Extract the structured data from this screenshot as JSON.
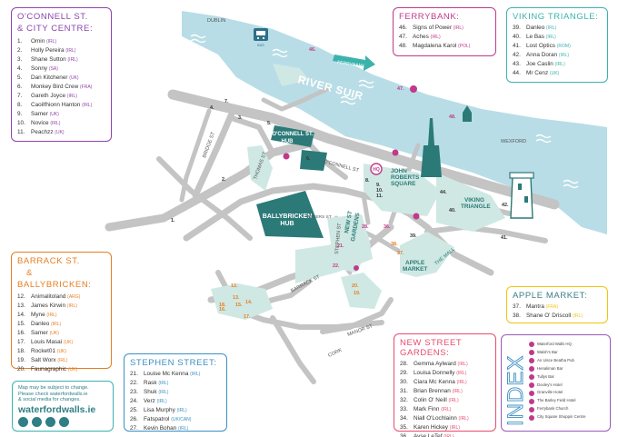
{
  "map": {
    "river_label": "RIVER SUIR",
    "streets": {
      "dublin": "DUBLIN",
      "ferrybank": "FERRYBANK",
      "wexford": "WEXFORD",
      "cork": "CORK",
      "bridge_st": "BRIDGE ST",
      "oconnell_st": "O'CONNELL ST",
      "thomas_st": "THOMAS ST",
      "peter_st": "PETERS ST",
      "barrack_st": "BARRACK ST",
      "manor_st": "MANOR ST",
      "stephen_st": "STEPHEN ST",
      "the_mall": "THE MALL",
      "john_roberts_1": "JOHN",
      "john_roberts_2": "ROBERTS",
      "john_roberts_3": "SQUARE",
      "viking_1": "VIKING",
      "viking_2": "TRIANGLE",
      "new_street_1": "NEW ST",
      "new_street_2": "GARDENS",
      "apple_1": "APPLE",
      "apple_2": "MARKET",
      "ballybricken_1": "BALLYBRICKEN",
      "ballybricken_2": "HUB",
      "oconnell_hub_1": "O'CONNELL ST.",
      "oconnell_hub_2": "HUB",
      "hq": "HQ",
      "bus": "BUS"
    },
    "markers": [
      {
        "id": "m1",
        "label": "1."
      },
      {
        "id": "m2",
        "label": "2."
      },
      {
        "id": "m3",
        "label": "3."
      },
      {
        "id": "m4",
        "label": "4."
      },
      {
        "id": "m5",
        "label": "5."
      },
      {
        "id": "m6",
        "label": "6."
      },
      {
        "id": "m7",
        "label": "7."
      },
      {
        "id": "m8",
        "label": "8."
      },
      {
        "id": "m9",
        "label": "9."
      },
      {
        "id": "m10",
        "label": "10."
      },
      {
        "id": "m11",
        "label": "11."
      },
      {
        "id": "m12",
        "label": "12."
      },
      {
        "id": "m13",
        "label": "13."
      },
      {
        "id": "m14",
        "label": "14."
      },
      {
        "id": "m15",
        "label": "15."
      },
      {
        "id": "m16",
        "label": "16."
      },
      {
        "id": "m17",
        "label": "17."
      },
      {
        "id": "m18",
        "label": "18."
      },
      {
        "id": "m19",
        "label": "19."
      },
      {
        "id": "m20",
        "label": "20."
      },
      {
        "id": "m21",
        "label": "21."
      },
      {
        "id": "m22",
        "label": "22."
      },
      {
        "id": "m28",
        "label": "28."
      },
      {
        "id": "m36",
        "label": "36."
      },
      {
        "id": "m37",
        "label": "37."
      },
      {
        "id": "m38",
        "label": "38."
      },
      {
        "id": "m39",
        "label": "39."
      },
      {
        "id": "m40",
        "label": "40."
      },
      {
        "id": "m41",
        "label": "41."
      },
      {
        "id": "m42",
        "label": "42."
      },
      {
        "id": "m44",
        "label": "44."
      },
      {
        "id": "m46",
        "label": "46."
      },
      {
        "id": "m47",
        "label": "47."
      },
      {
        "id": "m48",
        "label": "48."
      }
    ]
  },
  "oconnell": {
    "title_1": "O'CONNELL ST.",
    "title_2": "& CITY CENTRE:",
    "items": [
      {
        "n": "1.",
        "name": "Omin",
        "country": "(IRL)"
      },
      {
        "n": "2.",
        "name": "Holly Pereira",
        "country": "(IRL)"
      },
      {
        "n": "3.",
        "name": "Shane Sutton",
        "country": "(IRL)"
      },
      {
        "n": "4.",
        "name": "Sonny",
        "country": "(SA)"
      },
      {
        "n": "5.",
        "name": "Dan Kitchener",
        "country": "(UK)"
      },
      {
        "n": "6.",
        "name": "Monkey Bird Crew",
        "country": "(FRA)"
      },
      {
        "n": "7.",
        "name": "Gareth Joyce",
        "country": "(IRL)"
      },
      {
        "n": "8.",
        "name": "Caoilfhionn Hanton",
        "country": "(IRL)"
      },
      {
        "n": "9.",
        "name": "Samer",
        "country": "(UK)"
      },
      {
        "n": "10.",
        "name": "Novice",
        "country": "(IRL)"
      },
      {
        "n": "11.",
        "name": "Peachzz",
        "country": "(UK)"
      }
    ]
  },
  "ferrybank": {
    "title": "FERRYBANK:",
    "items": [
      {
        "n": "46.",
        "name": "Signs of Power",
        "country": "(IRL)"
      },
      {
        "n": "47.",
        "name": "Aches",
        "country": "(IRL)"
      },
      {
        "n": "48.",
        "name": "Magdalena Karol",
        "country": "(POL)"
      }
    ]
  },
  "viking": {
    "title": "VIKING TRIANGLE:",
    "items": [
      {
        "n": "39.",
        "name": "Danleo",
        "country": "(IRL)"
      },
      {
        "n": "40.",
        "name": "Le Bas",
        "country": "(IRL)"
      },
      {
        "n": "41.",
        "name": "Lost Optics",
        "country": "(ROM)"
      },
      {
        "n": "42.",
        "name": "Anna Doran",
        "country": "(IRL)"
      },
      {
        "n": "43.",
        "name": "Joe Caslin",
        "country": "(IRL)"
      },
      {
        "n": "44.",
        "name": "Mr Cenz",
        "country": "(UK)"
      }
    ]
  },
  "barrack": {
    "title_1": "BARRACK ST.",
    "title_2": "&",
    "title_3": "BALLYBRICKEN:",
    "items": [
      {
        "n": "12.",
        "name": "Animalitoland",
        "country": "(ARG)"
      },
      {
        "n": "13.",
        "name": "James Kirwin",
        "country": "(IRL)"
      },
      {
        "n": "14.",
        "name": "Myne",
        "country": "(IRL)"
      },
      {
        "n": "15.",
        "name": "Danleo",
        "country": "(IRL)"
      },
      {
        "n": "16.",
        "name": "Samer",
        "country": "(UK)"
      },
      {
        "n": "17.",
        "name": "Louis Masai",
        "country": "(UK)"
      },
      {
        "n": "18.",
        "name": "Rocket01",
        "country": "(UK)"
      },
      {
        "n": "19.",
        "name": "Salt Worx",
        "country": "(IRL)"
      },
      {
        "n": "20.",
        "name": "Faunagraphic",
        "country": "(UK)"
      }
    ]
  },
  "apple": {
    "title": "APPLE MARKET:",
    "items": [
      {
        "n": "37.",
        "name": "Mantra",
        "country": "(FRA)"
      },
      {
        "n": "38.",
        "name": "Shane O' Driscoll",
        "country": "(IRL)"
      }
    ]
  },
  "stephen": {
    "title": "STEPHEN STREET:",
    "items": [
      {
        "n": "21.",
        "name": "Louise Mc Kenna",
        "country": "(IRL)"
      },
      {
        "n": "22.",
        "name": "Rask",
        "country": "(IRL)"
      },
      {
        "n": "23.",
        "name": "Shuk",
        "country": "(IRL)"
      },
      {
        "n": "24.",
        "name": "Verz",
        "country": "(IRL)"
      },
      {
        "n": "25.",
        "name": "Lisa Murphy",
        "country": "(IRL)"
      },
      {
        "n": "26.",
        "name": "Fatspatrol",
        "country": "(UK/CAN)"
      },
      {
        "n": "27.",
        "name": "Kevin Bohan",
        "country": "(IRL)"
      }
    ]
  },
  "newstreet": {
    "title": "NEW STREET GARDENS:",
    "items": [
      {
        "n": "28.",
        "name": "Gemma Aylward",
        "country": "(IRL)"
      },
      {
        "n": "29.",
        "name": "Louisa Donnelly",
        "country": "(IRL)"
      },
      {
        "n": "30.",
        "name": "Ciara Mc Kenna",
        "country": "(IRL)"
      },
      {
        "n": "31.",
        "name": "Brian Brennan",
        "country": "(IRL)"
      },
      {
        "n": "32.",
        "name": "Colin O' Neill",
        "country": "(IRL)"
      },
      {
        "n": "33.",
        "name": "Mark Finn",
        "country": "(IRL)"
      },
      {
        "n": "34.",
        "name": "Niall O'Lochlainn",
        "country": "(IRL)"
      },
      {
        "n": "35.",
        "name": "Karen Hickey",
        "country": "(IRL)"
      },
      {
        "n": "36.",
        "name": "Ayse LeTef",
        "country": "(IRL)"
      }
    ]
  },
  "note": {
    "line1": "Map may be subject to change.",
    "line2": "Please check waterfordwalls.ie",
    "line3": "& social media for changes.",
    "site": "waterfordwalls.ie"
  },
  "index": {
    "word": "INDEX",
    "items": [
      "Waterford Walls HQ",
      "Walsh's Bar",
      "An Uisce Beatha Pub",
      "Henaliman Bar",
      "Tullys Bar",
      "Dooley's Hotel",
      "Granville Hotel",
      "The Barley Field Hotel",
      "Ferrybank Church",
      "City Square Shoppin Centre"
    ]
  },
  "colors": {
    "river": "#b8dde6",
    "road": "#c4c4c4",
    "green_area": "#cfe8e3",
    "hub": "#2b7a78",
    "oconnell_border": "#8e44ad",
    "ferrybank_border": "#c0398a",
    "viking_border": "#3bb3ad",
    "barrack_border": "#e67e22",
    "apple_border": "#f1c40f",
    "stephen_border": "#3b8fc4",
    "newstreet_border": "#e74c6c",
    "index_border": "#9b59b6",
    "marker_orange": "#e67e22",
    "marker_pink": "#c0398a",
    "marker_dark": "#333333"
  }
}
